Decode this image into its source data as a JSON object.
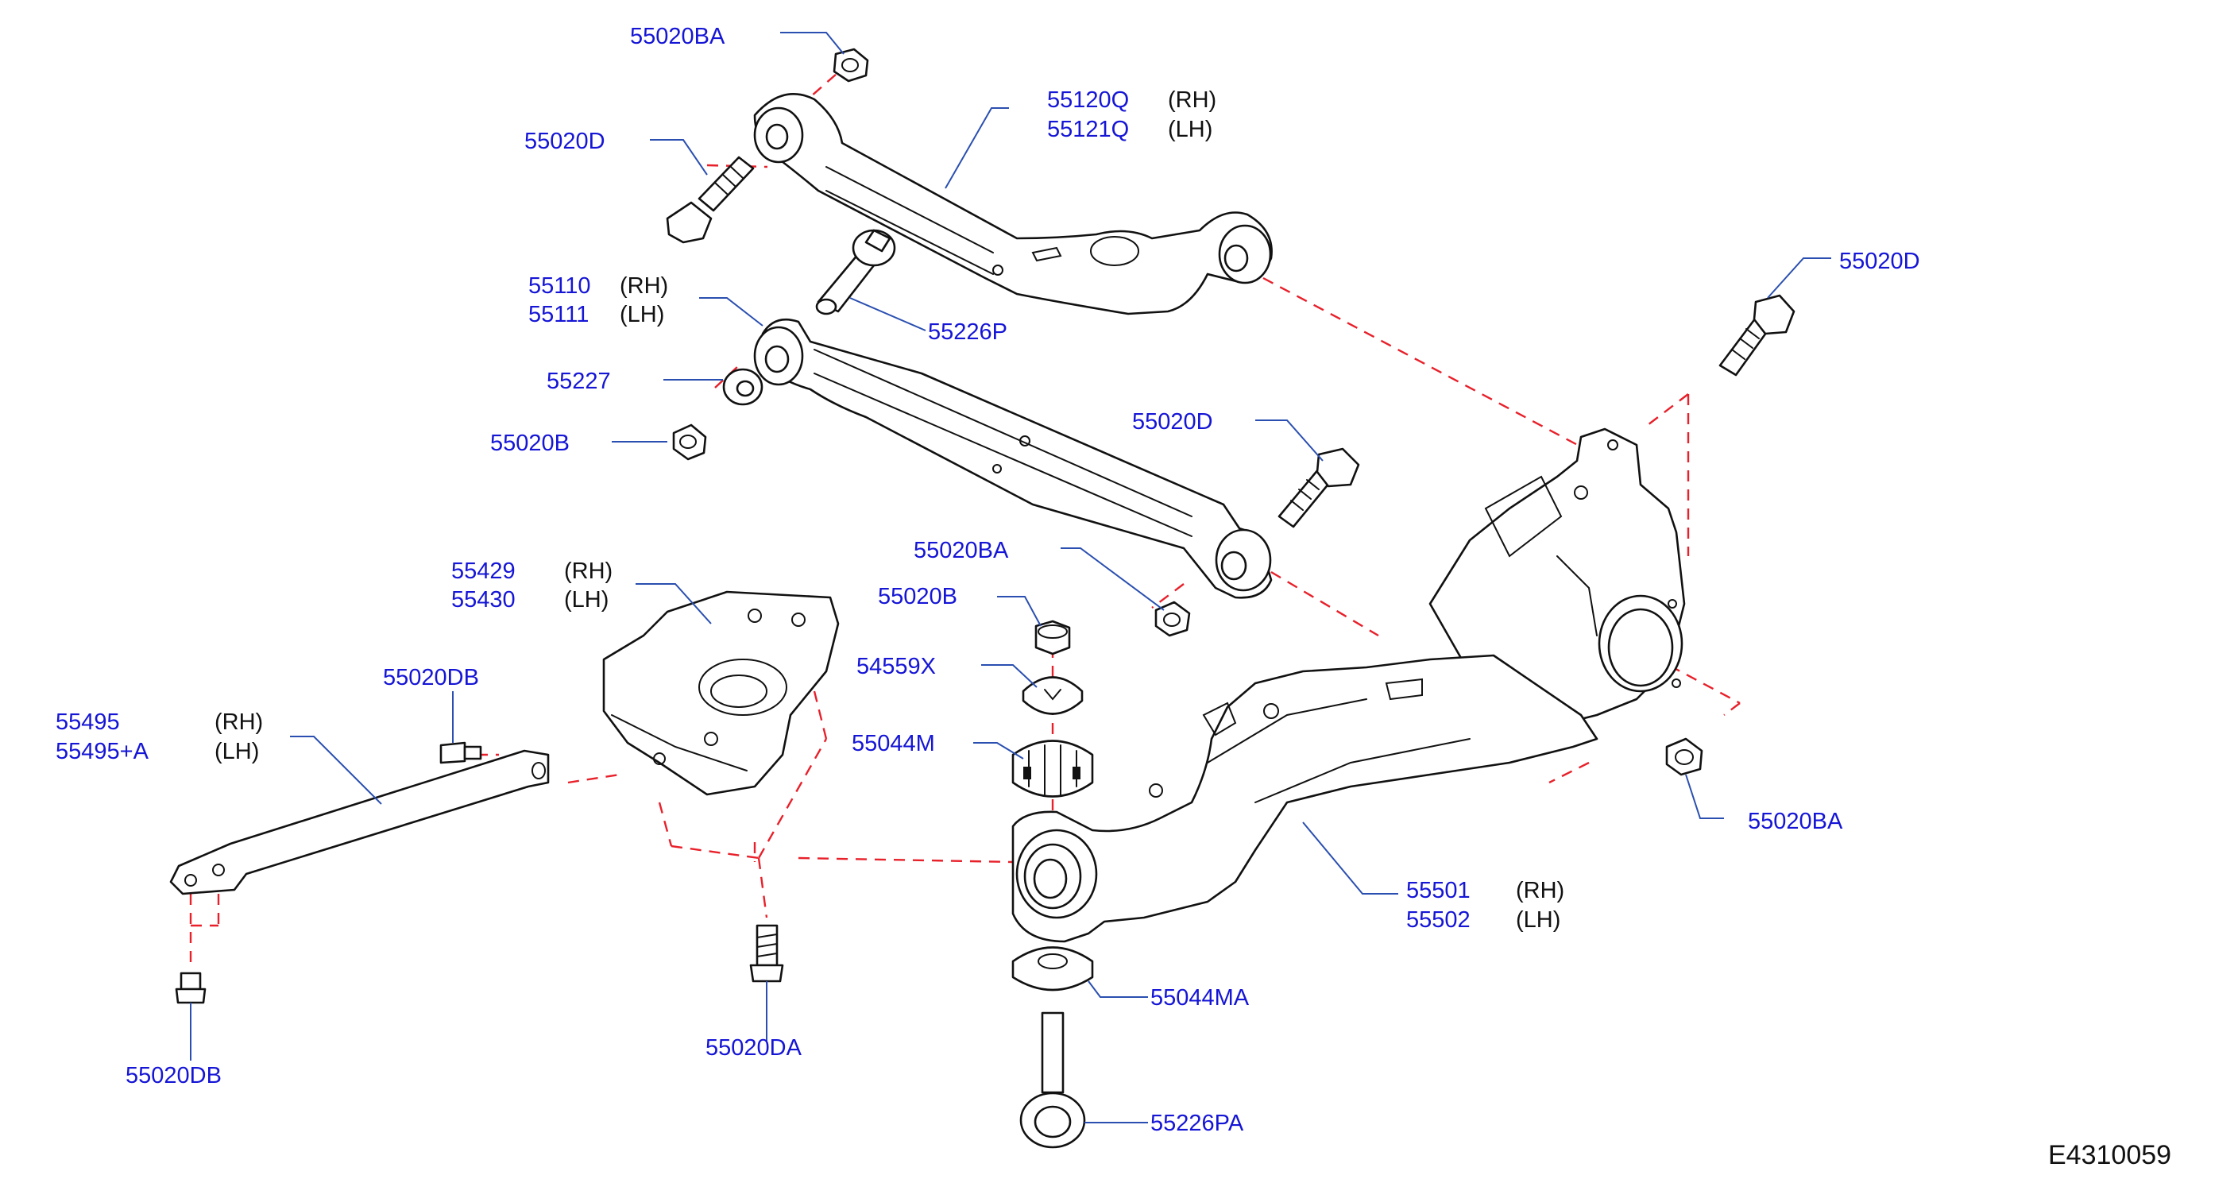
{
  "diagram_id": "E4310059",
  "parts": [
    {
      "id": "55020BA_top",
      "part_no": "55020BA",
      "side": ""
    },
    {
      "id": "55120Q",
      "part_no": "55120Q",
      "side": "(RH)"
    },
    {
      "id": "55121Q",
      "part_no": "55121Q",
      "side": "(LH)"
    },
    {
      "id": "55020D_left",
      "part_no": "55020D",
      "side": ""
    },
    {
      "id": "55020D_right",
      "part_no": "55020D",
      "side": ""
    },
    {
      "id": "55110",
      "part_no": "55110",
      "side": "(RH)"
    },
    {
      "id": "55111",
      "part_no": "55111",
      "side": "(LH)"
    },
    {
      "id": "55226P",
      "part_no": "55226P",
      "side": ""
    },
    {
      "id": "55227",
      "part_no": "55227",
      "side": ""
    },
    {
      "id": "55020B_left",
      "part_no": "55020B",
      "side": ""
    },
    {
      "id": "55020D_mid",
      "part_no": "55020D",
      "side": ""
    },
    {
      "id": "55429",
      "part_no": "55429",
      "side": "(RH)"
    },
    {
      "id": "55430",
      "part_no": "55430",
      "side": "(LH)"
    },
    {
      "id": "55020BA_mid",
      "part_no": "55020BA",
      "side": ""
    },
    {
      "id": "55020B_mid",
      "part_no": "55020B",
      "side": ""
    },
    {
      "id": "55020DB_top",
      "part_no": "55020DB",
      "side": ""
    },
    {
      "id": "54559X",
      "part_no": "54559X",
      "side": ""
    },
    {
      "id": "55495",
      "part_no": "55495",
      "side": "(RH)"
    },
    {
      "id": "55495A",
      "part_no": "55495+A",
      "side": "(LH)"
    },
    {
      "id": "55044M",
      "part_no": "55044M",
      "side": ""
    },
    {
      "id": "55020BA_right",
      "part_no": "55020BA",
      "side": ""
    },
    {
      "id": "55501",
      "part_no": "55501",
      "side": "(RH)"
    },
    {
      "id": "55502",
      "part_no": "55502",
      "side": "(LH)"
    },
    {
      "id": "55044MA",
      "part_no": "55044MA",
      "side": ""
    },
    {
      "id": "55020DA",
      "part_no": "55020DA",
      "side": ""
    },
    {
      "id": "55020DB_bottom",
      "part_no": "55020DB",
      "side": ""
    },
    {
      "id": "55226PA",
      "part_no": "55226PA",
      "side": ""
    }
  ]
}
